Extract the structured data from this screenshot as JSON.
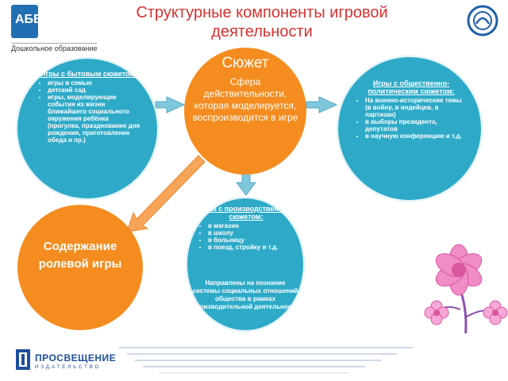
{
  "header": {
    "logo_text": "АБВ",
    "logo_caption": "Дошкольное образование",
    "title_line1": "Структурные компоненты игровой",
    "title_line2": "деятельности"
  },
  "center": {
    "title": "Сюжет",
    "description": "Сфера действительности, которая моделируется, воспроизводится в игре"
  },
  "left_circle": {
    "title": "Игры с бытовым сюжетом:",
    "items": [
      "игры в семью",
      "детский сад",
      "игры, моделирующие события из жизни ближайшего социального окружения ребёнка (прогулка, празднование дня рождения, приготовление обеда и пр.)"
    ]
  },
  "right_circle": {
    "title": "Игры с общественно-политическим сюжетом:",
    "items": [
      "На военно-исторические темы (в войну, в индейцев, в партизан)",
      "в выборы президента, депутатов",
      "в научную конференцию и т.д."
    ]
  },
  "bottom_circle": {
    "title": "Игры с производственным сюжетом:",
    "items": [
      "в магазин",
      "в школу",
      "в больницу",
      "в поезд, стройку и т.д."
    ],
    "note": "Направлены на познание системы социальных отношений общества в рамках производительной деятельности"
  },
  "content_circle": {
    "label": "Содержание ролевой игры"
  },
  "footer": {
    "publisher": "ПРОСВЕЩЕНИЕ",
    "publisher_sub": "ИЗДАТЕЛЬСТВО"
  },
  "colors": {
    "teal": "#2eaac8",
    "orange": "#f48c1f",
    "title_red": "#d6322f",
    "arrow_blue": "#7ec7dd",
    "flower_pink": "#f08cc8"
  }
}
